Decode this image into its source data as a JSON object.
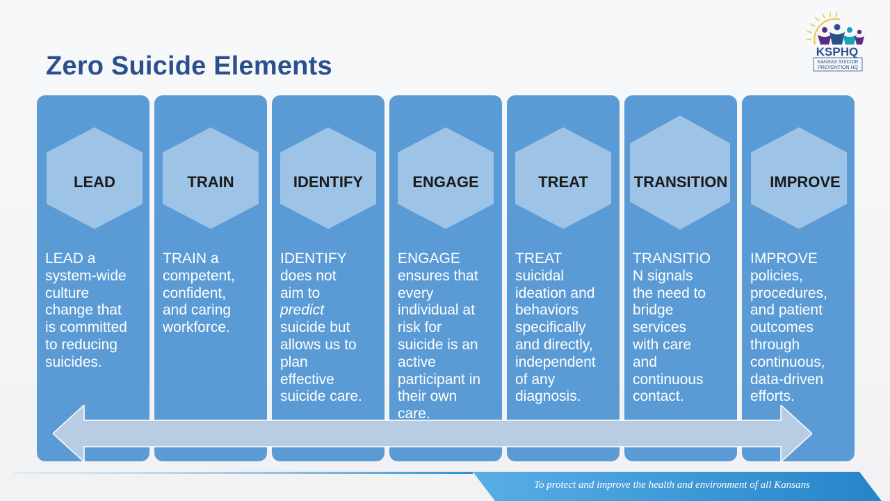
{
  "slide": {
    "title": "Zero Suicide Elements",
    "footer": "To protect and improve the health and environment of all Kansans"
  },
  "logo": {
    "abbr": "KSPHQ",
    "line1": "KANSAS SUICIDE",
    "line2": "PREVENTION HQ",
    "icon": "people-sun-logo-icon"
  },
  "colors": {
    "column": "#5b9bd5",
    "hexagon": "#9dc3e6",
    "arrow": "#b8cde4",
    "title": "#2a4f8c",
    "footer_band": "#2f8fd1"
  },
  "elements": [
    {
      "key": "lead",
      "label": "LEAD",
      "desc": [
        "LEAD a",
        "system-wide",
        "culture",
        "change that",
        "is committed",
        "to reducing",
        "suicides."
      ]
    },
    {
      "key": "train",
      "label": "TRAIN",
      "desc": [
        "TRAIN a",
        "competent,",
        "confident,",
        "and caring",
        "workforce."
      ]
    },
    {
      "key": "identify",
      "label": "IDENTIFY",
      "desc": [
        "IDENTIFY",
        "does not",
        "aim to",
        "predict",
        "suicide but",
        "allows us to",
        "plan",
        "effective",
        "suicide care."
      ]
    },
    {
      "key": "engage",
      "label": "ENGAGE",
      "desc": [
        "ENGAGE",
        "ensures that",
        "every",
        "individual at",
        "risk for",
        "suicide is an",
        "active",
        "participant in",
        "their own",
        "care."
      ]
    },
    {
      "key": "treat",
      "label": "TREAT",
      "desc": [
        "TREAT",
        "suicidal",
        "ideation and",
        "behaviors",
        "specifically",
        "and directly,",
        "independent",
        "of any",
        "diagnosis."
      ]
    },
    {
      "key": "transition",
      "label": "TRANSITION",
      "desc": [
        "TRANSITIO",
        "N signals",
        "the need to",
        "bridge",
        "services",
        "with care",
        "and",
        "continuous",
        "contact."
      ]
    },
    {
      "key": "improve",
      "label": "IMPROVE",
      "desc": [
        "IMPROVE",
        "policies,",
        "procedures,",
        "and patient",
        "outcomes",
        "through",
        "continuous,",
        "data-driven",
        "efforts."
      ]
    }
  ]
}
